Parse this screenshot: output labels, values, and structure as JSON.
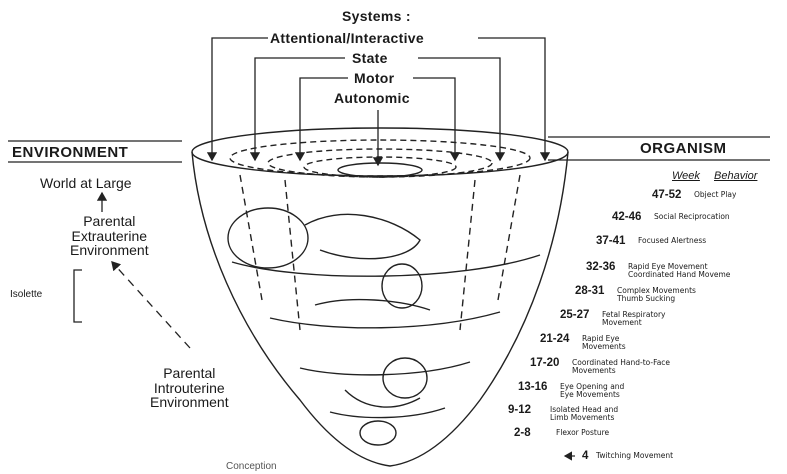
{
  "systems": {
    "heading": "Systems :",
    "levels": [
      "Attentional/Interactive",
      "State",
      "Motor",
      "Autonomic"
    ]
  },
  "environment": {
    "heading": "ENVIRONMENT",
    "world": "World at Large",
    "extrauterine": "Parental\nExtrauterine\nEnvironment",
    "isolette": "Isolette",
    "intrauterine": "Parental\nIntrouterine\nEnvironment"
  },
  "organism": {
    "heading": "ORGANISM",
    "col_week": "Week",
    "col_behavior": "Behavior",
    "stages": [
      {
        "week": "47-52",
        "behavior": "Object Play"
      },
      {
        "week": "42-46",
        "behavior": "Social Reciprocation"
      },
      {
        "week": "37-41",
        "behavior": "Focused Alertness"
      },
      {
        "week": "32-36",
        "behavior": "Rapid Eye Movement\nCoordinated Hand Moveme"
      },
      {
        "week": "28-31",
        "behavior": "Complex Movements\nThumb Sucking"
      },
      {
        "week": "25-27",
        "behavior": "Fetal Respiratory\nMovement"
      },
      {
        "week": "21-24",
        "behavior": "Rapid Eye\nMovements"
      },
      {
        "week": "17-20",
        "behavior": "Coordinated Hand-to-Face\nMovements"
      },
      {
        "week": "13-16",
        "behavior": "Eye Opening and\nEye Movements"
      },
      {
        "week": "9-12",
        "behavior": "Isolated Head and\nLimb Movements"
      },
      {
        "week": "2-8",
        "behavior": "Flexor Posture"
      },
      {
        "week": "4",
        "behavior": "Twitching Movement"
      }
    ]
  },
  "conception": "Conception"
}
